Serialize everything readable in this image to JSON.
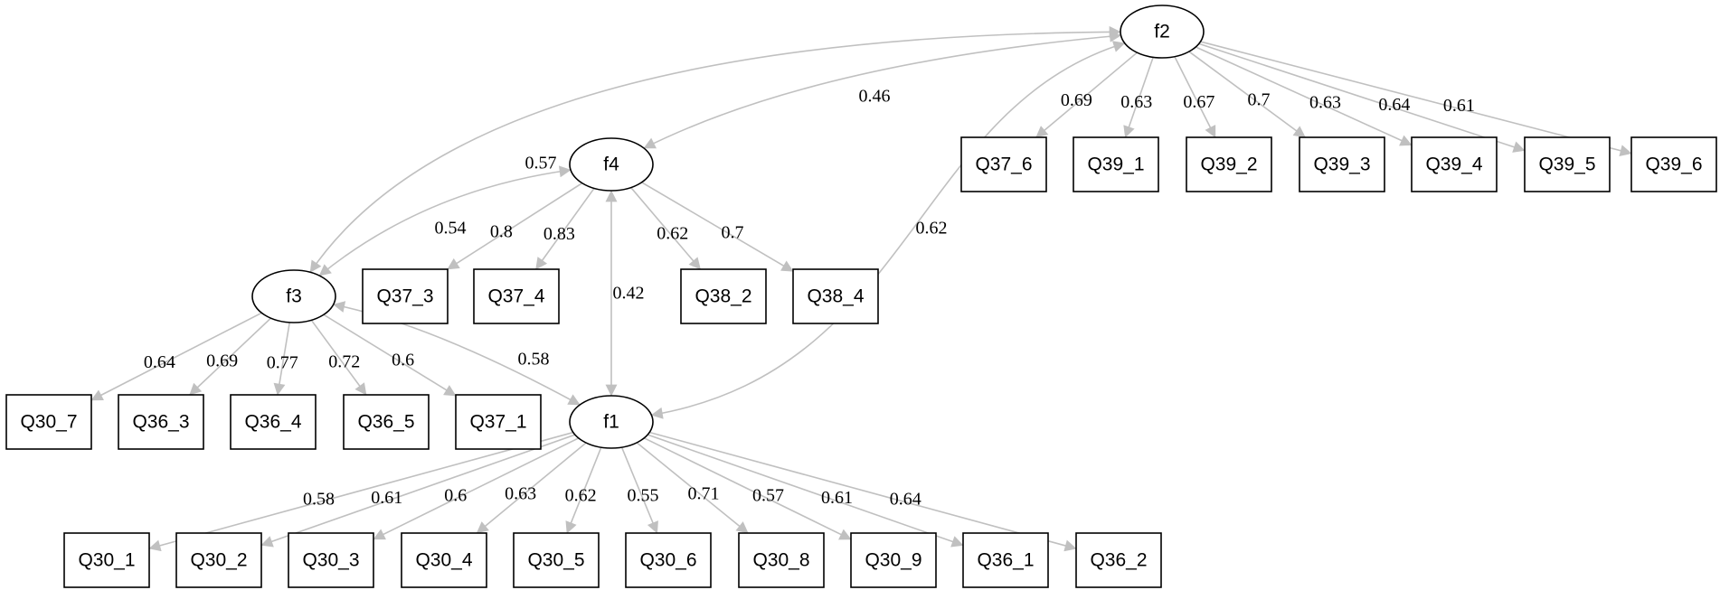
{
  "diagram": {
    "colors": {
      "edge": "#c0c0c0",
      "node_stroke": "#000000",
      "text": "#000000"
    },
    "latent_factors": [
      "f1",
      "f2",
      "f3",
      "f4"
    ],
    "observed_items": [
      "Q30_1",
      "Q30_2",
      "Q30_3",
      "Q30_4",
      "Q30_5",
      "Q30_6",
      "Q30_7",
      "Q30_8",
      "Q30_9",
      "Q36_1",
      "Q36_2",
      "Q36_3",
      "Q36_4",
      "Q36_5",
      "Q37_1",
      "Q37_3",
      "Q37_4",
      "Q37_6",
      "Q38_2",
      "Q38_4",
      "Q39_1",
      "Q39_2",
      "Q39_3",
      "Q39_4",
      "Q39_5",
      "Q39_6"
    ],
    "loadings": [
      {
        "from": "f2",
        "to": "Q37_6",
        "value": "0.69"
      },
      {
        "from": "f2",
        "to": "Q39_1",
        "value": "0.63"
      },
      {
        "from": "f2",
        "to": "Q39_2",
        "value": "0.67"
      },
      {
        "from": "f2",
        "to": "Q39_3",
        "value": "0.7"
      },
      {
        "from": "f2",
        "to": "Q39_4",
        "value": "0.63"
      },
      {
        "from": "f2",
        "to": "Q39_5",
        "value": "0.64"
      },
      {
        "from": "f2",
        "to": "Q39_6",
        "value": "0.61"
      },
      {
        "from": "f4",
        "to": "Q37_3",
        "value": "0.8"
      },
      {
        "from": "f4",
        "to": "Q37_4",
        "value": "0.83"
      },
      {
        "from": "f4",
        "to": "Q38_2",
        "value": "0.62"
      },
      {
        "from": "f4",
        "to": "Q38_4",
        "value": "0.7"
      },
      {
        "from": "f3",
        "to": "Q30_7",
        "value": "0.64"
      },
      {
        "from": "f3",
        "to": "Q36_3",
        "value": "0.69"
      },
      {
        "from": "f3",
        "to": "Q36_4",
        "value": "0.77"
      },
      {
        "from": "f3",
        "to": "Q36_5",
        "value": "0.72"
      },
      {
        "from": "f3",
        "to": "Q37_1",
        "value": "0.6"
      },
      {
        "from": "f1",
        "to": "Q30_1",
        "value": "0.58"
      },
      {
        "from": "f1",
        "to": "Q30_2",
        "value": "0.61"
      },
      {
        "from": "f1",
        "to": "Q30_3",
        "value": "0.6"
      },
      {
        "from": "f1",
        "to": "Q30_4",
        "value": "0.63"
      },
      {
        "from": "f1",
        "to": "Q30_5",
        "value": "0.62"
      },
      {
        "from": "f1",
        "to": "Q30_6",
        "value": "0.55"
      },
      {
        "from": "f1",
        "to": "Q30_8",
        "value": "0.71"
      },
      {
        "from": "f1",
        "to": "Q30_9",
        "value": "0.57"
      },
      {
        "from": "f1",
        "to": "Q36_1",
        "value": "0.61"
      },
      {
        "from": "f1",
        "to": "Q36_2",
        "value": "0.64"
      }
    ],
    "covariances": [
      {
        "a": "f2",
        "b": "f4",
        "value": "0.46"
      },
      {
        "a": "f2",
        "b": "f3",
        "value": "0.57"
      },
      {
        "a": "f2",
        "b": "f1",
        "value": "0.62"
      },
      {
        "a": "f4",
        "b": "f3",
        "value": "0.54"
      },
      {
        "a": "f4",
        "b": "f1",
        "value": "0.42"
      },
      {
        "a": "f3",
        "b": "f1",
        "value": "0.58"
      }
    ]
  }
}
